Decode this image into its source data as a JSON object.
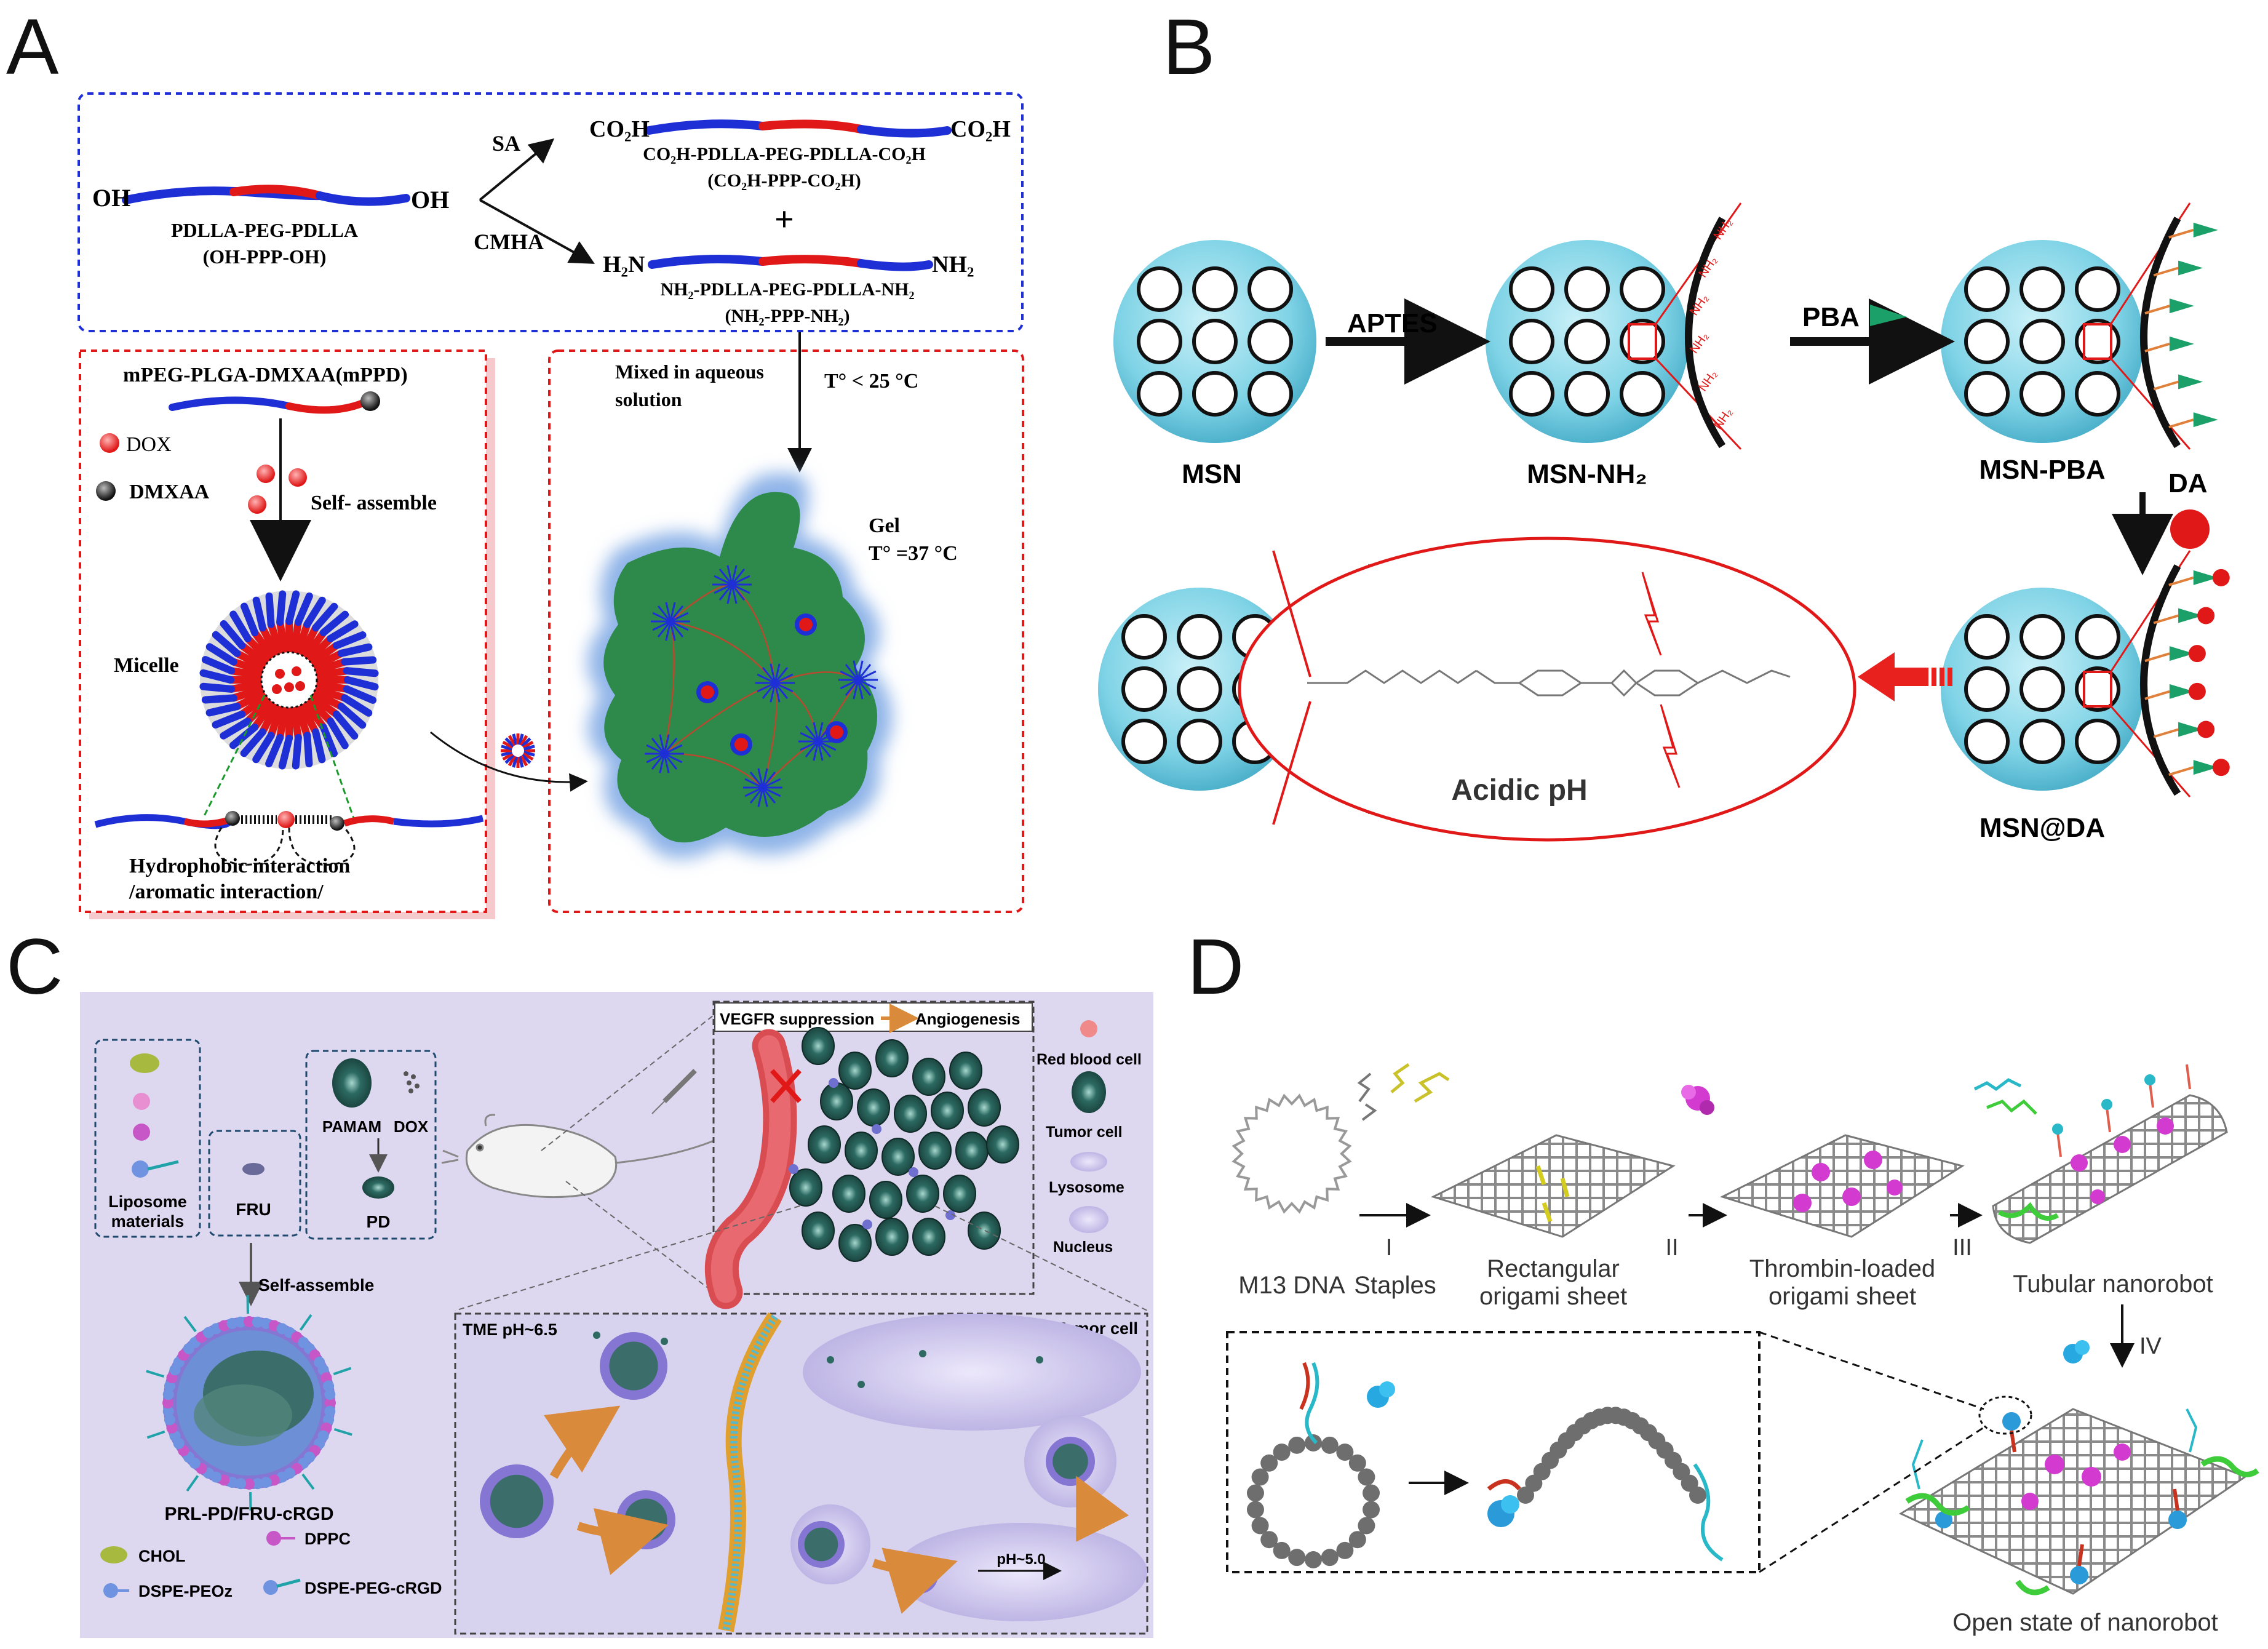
{
  "panels": {
    "A": {
      "letter": "A",
      "top": {
        "oh_left": "OH",
        "oh_right": "OH",
        "ppp_name": "PDLLA-PEG-PDLLA",
        "ppp_abbrev": "(OH-PPP-OH)",
        "sa": "SA",
        "cmha": "CMHA",
        "co2h_left": "CO₂H",
        "co2h_right": "CO₂H",
        "co2h_name": "CO₂H-PDLLA-PEG-PDLLA-CO₂H",
        "co2h_abbrev": "(CO₂H-PPP-CO₂H)",
        "plus": "+",
        "h2n_left": "H₂N",
        "nh2_right": "NH₂",
        "nh2_name": "NH₂-PDLLA-PEG-PDLLA-NH₂",
        "nh2_abbrev": "(NH₂-PPP-NH₂)"
      },
      "left": {
        "title": "mPEG-PLGA-DMXAA(mPPD)",
        "dox": "DOX",
        "dmxaa": "DMXAA",
        "self_assemble": "Self- assemble",
        "micelle": "Micelle",
        "interaction_1": "Hydrophobic interaction",
        "interaction_2": "/aromatic interaction/"
      },
      "right": {
        "mixed_1": "Mixed in aqueous",
        "mixed_2": "solution",
        "temp_low": "T° < 25 °C",
        "gel": "Gel",
        "temp_gel": "T° =37 °C"
      }
    },
    "B": {
      "letter": "B",
      "aptes": "APTES",
      "pba": "PBA",
      "da": "DA",
      "msn": "MSN",
      "msn_nh2": "MSN-NH₂",
      "msn_pba": "MSN-PBA",
      "msn_da": "MSN@DA",
      "acidic": "Acidic pH"
    },
    "C": {
      "letter": "C",
      "liposome_1": "Liposome",
      "liposome_2": "materials",
      "fru": "FRU",
      "pamam": "PAMAM",
      "dox": "DOX",
      "pd": "PD",
      "self_assemble": "Self-assemble",
      "prl": "PRL-PD/FRU-cRGD",
      "chol": "CHOL",
      "dppc": "DPPC",
      "dspe_peoz": "DSPE-PEOz",
      "dspe_peg": "DSPE-PEG-cRGD",
      "vegfr": "VEGFR suppression",
      "angiogenesis": "Angiogenesis",
      "red_blood": "Red blood cell",
      "tumor_cell": "Tumor cell",
      "lysosome": "Lysosome",
      "nucleus": "Nucleus",
      "tme": "TME pH~6.5",
      "tumor_cell_box": "Tumor cell",
      "ph5": "pH~5.0"
    },
    "D": {
      "letter": "D",
      "m13": "M13 DNA",
      "staples": "Staples",
      "rect_1": "Rectangular",
      "rect_2": "origami sheet",
      "thr_1": "Thrombin-loaded",
      "thr_2": "origami sheet",
      "tubular": "Tubular nanorobot",
      "step1": "I",
      "step2": "II",
      "step3": "III",
      "step4": "IV",
      "open": "Open state of nanorobot"
    }
  },
  "colors": {
    "blue_chain": "#1f2fd6",
    "red_chain": "#e01818",
    "msn_fill": "#7fd3e6",
    "gel_green": "#2e8a4a",
    "gel_halo": "#8fb4e8",
    "panel_c_bg": "#ddd8f0",
    "tumor_dark": "#1f4a44"
  }
}
